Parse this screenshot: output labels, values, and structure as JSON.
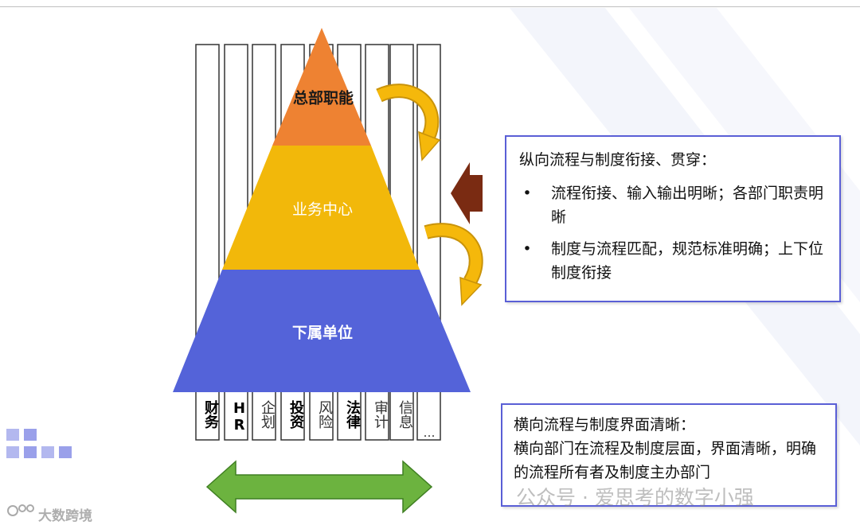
{
  "tiers": {
    "hq": "总部职能",
    "business": "业务中心",
    "subsidiary": "下属单位"
  },
  "columns": [
    "财务",
    "HR",
    "企划",
    "投资",
    "风险",
    "法律",
    "审计",
    "信息",
    "…"
  ],
  "vertical_box": {
    "title": "纵向流程与制度衔接、贯穿：",
    "bullets": [
      "流程衔接、输入输出明晰；各部门职责明晰",
      "制度与流程匹配，规范标准明确；上下位制度衔接"
    ]
  },
  "horizontal_box": {
    "title": "横向流程与制度界面清晰：",
    "body": "横向部门在流程及制度层面，界面清晰，明确的流程所有者及制度主办部门"
  },
  "watermarks": {
    "right": "公众号 · 爱思考的数字小强",
    "left": "大数跨境"
  },
  "colors": {
    "hq": "#ee8232",
    "business": "#f2b80a",
    "subsidiary": "#5463d9",
    "curved_arrow": "#f5b80b",
    "left_arrow": "#7a2b12",
    "double_arrow": "#6cb33f",
    "box_border": "#5a5fd6"
  },
  "icons": [
    "curved-arrow-icon",
    "left-arrow-icon",
    "double-arrow-icon",
    "bullet-dot-icon"
  ]
}
